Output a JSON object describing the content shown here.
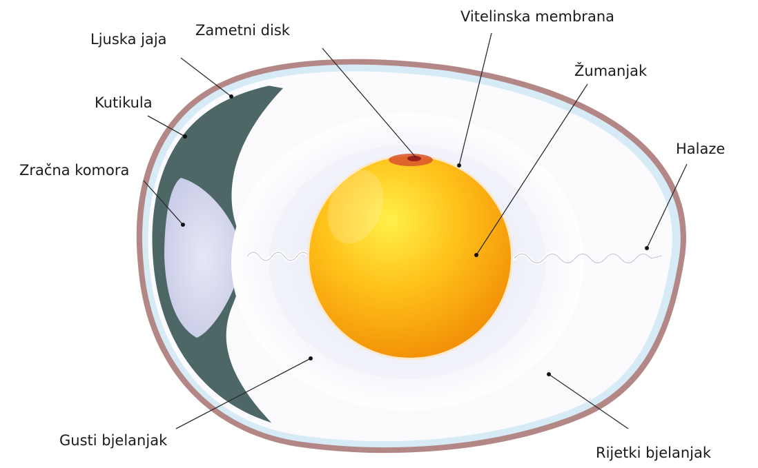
{
  "labels": {
    "ljuska_jaja": "Ljuska jaja",
    "kutikula": "Kutikula",
    "zracna_komora": "Zračna komora",
    "zametni_disk": "Zametni disk",
    "vitelinska_membrana": "Vitelinska membrana",
    "zumanjak": "Žumanjak",
    "halaze": "Halaze",
    "gusti_bjelanjak": "Gusti bjelanjak",
    "rijetki_bjelanjak": "Rijetki bjelanjak"
  },
  "colors": {
    "shell": "#b88a8a",
    "membrane": "#cfe6f1",
    "air_cell": "#d8daf0",
    "chamber_shadow": "#4f6a6a",
    "yolk_center": "#ffe640",
    "yolk_edge": "#f49a0a",
    "germinal_disc": "#c0392b"
  }
}
